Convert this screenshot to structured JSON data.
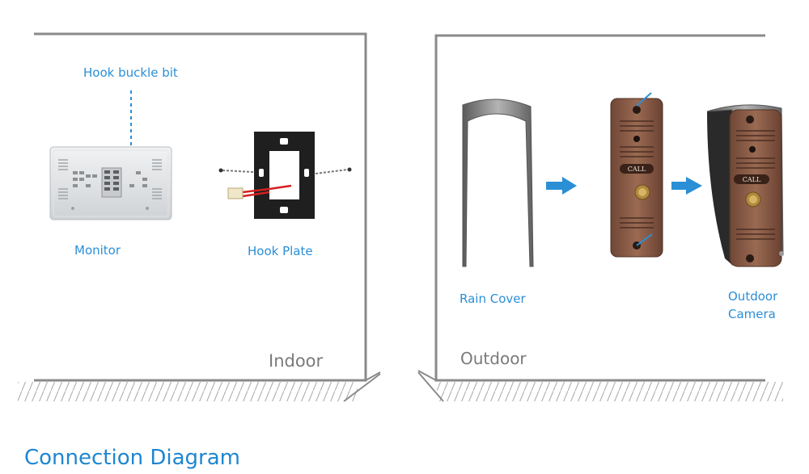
{
  "indoor": {
    "zone_label": "Indoor",
    "hook_buckle_label": "Hook buckle bit",
    "monitor_label": "Monitor",
    "hook_plate_label": "Hook Plate"
  },
  "outdoor": {
    "zone_label": "Outdoor",
    "rain_cover_label": "Rain Cover",
    "camera_label_line1": "Outdoor",
    "camera_label_line2": "Camera",
    "call_text": "CALL",
    "call_text_camera": "CALL"
  },
  "footer": {
    "title": "Connection Diagram"
  },
  "colors": {
    "accent_blue": "#2b8fd6",
    "wall_gray": "#8a8a8a",
    "bronze": "#8a5a44"
  }
}
